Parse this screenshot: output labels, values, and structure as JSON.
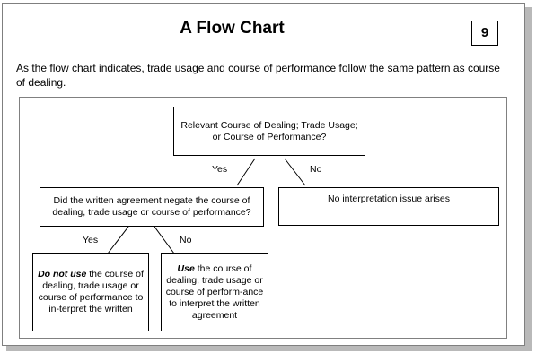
{
  "header": {
    "title": "A Flow Chart",
    "page_number": "9"
  },
  "intro": "As the flow chart indicates, trade usage and course of performance follow the same pattern as course of dealing.",
  "flow": {
    "root": "Relevant Course of Dealing; Trade Usage; or Course of Performance?",
    "question": "Did the written agreement negate the course of dealing, trade usage or course of performance?",
    "no_issue": "No interpretation issue arises",
    "left_leaf": {
      "bold": "Do not use",
      "text": " the course of dealing, trade usage or course of performance to in-terpret the written"
    },
    "right_leaf": {
      "bold": "Use",
      "text": " the course of dealing, trade usage or course of perform-ance to interpret the written agreement"
    },
    "edge_labels": {
      "yes_1": "Yes",
      "no_1": "No",
      "yes_2": "Yes",
      "no_2": "No"
    }
  }
}
